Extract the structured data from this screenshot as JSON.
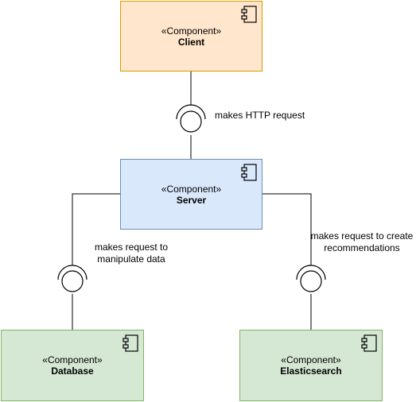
{
  "components": {
    "client": {
      "stereotype": "«Component»",
      "name": "Client",
      "fill": "#ffe6cc",
      "stroke": "#d79b00",
      "icon": "component-icon"
    },
    "server": {
      "stereotype": "«Component»",
      "name": "Server",
      "fill": "#dae8fc",
      "stroke": "#6c8ebf",
      "icon": "component-icon"
    },
    "database": {
      "stereotype": "«Component»",
      "name": "Database",
      "fill": "#d5e8d4",
      "stroke": "#82b366",
      "icon": "component-icon"
    },
    "elasticsearch": {
      "stereotype": "«Component»",
      "name": "Elasticsearch",
      "fill": "#d5e8d4",
      "stroke": "#82b366",
      "icon": "component-icon"
    }
  },
  "interfaces": {
    "client_server": {
      "label": "makes HTTP request"
    },
    "server_database": {
      "label_line1": "makes request to",
      "label_line2": "manipulate data"
    },
    "server_elasticsearch": {
      "label_line1": "makes request to create",
      "label_line2": "recommendations"
    }
  }
}
